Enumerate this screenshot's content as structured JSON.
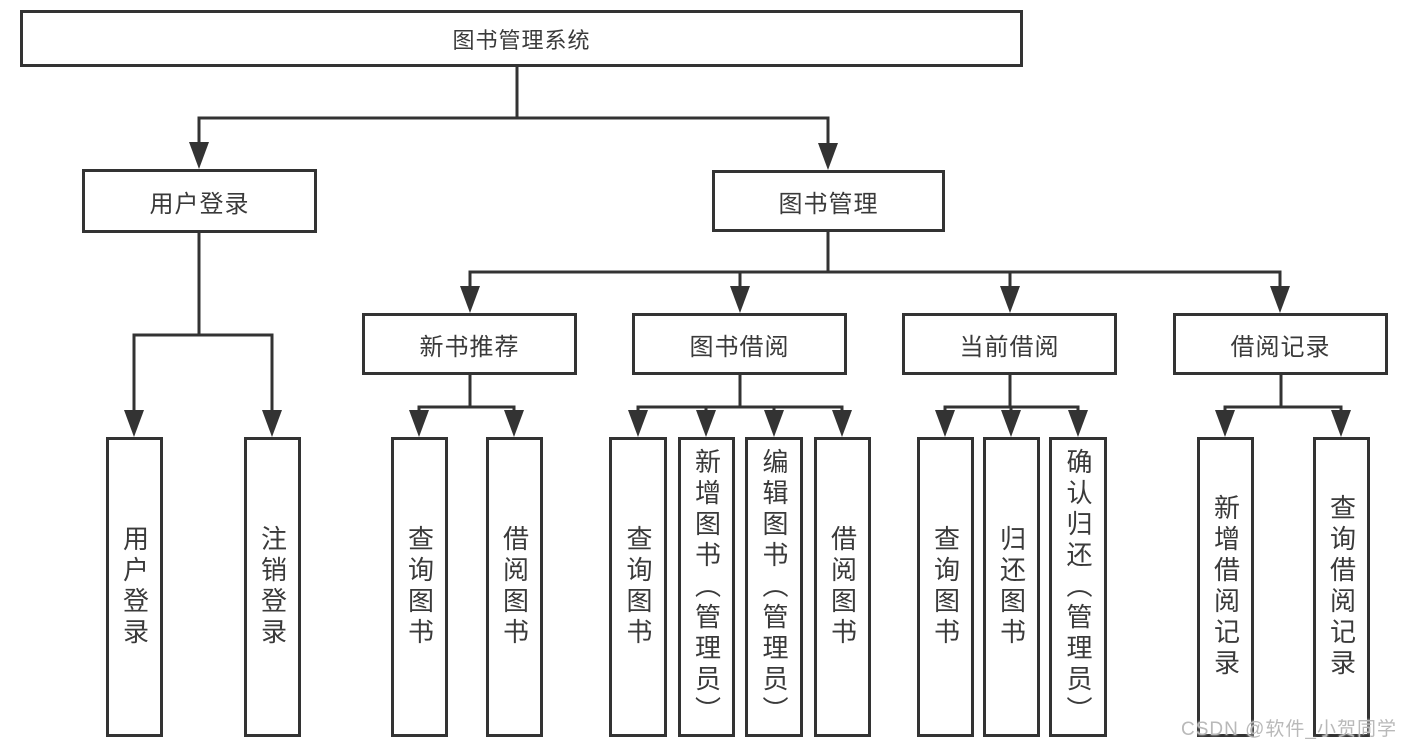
{
  "diagram": {
    "root": "图书管理系统",
    "level2": {
      "userLogin": "用户登录",
      "bookMgmt": "图书管理"
    },
    "level3": {
      "newBookRec": "新书推荐",
      "bookBorrow": "图书借阅",
      "currentBorrow": "当前借阅",
      "borrowHistory": "借阅记录"
    },
    "leaves": {
      "userLogin": "用户登录",
      "logout": "注销登录",
      "nbQuery": "查询图书",
      "nbBorrow": "借阅图书",
      "bbQuery": "查询图书",
      "bbAdd": "新增图书（管理员）",
      "bbEdit": "编辑图书（管理员）",
      "bbBorrow": "借阅图书",
      "cbQuery": "查询图书",
      "cbReturn": "归还图书",
      "cbConfirm": "确认归还（管理员）",
      "brAdd": "新增借阅记录",
      "brQuery": "查询借阅记录"
    }
  },
  "watermark": {
    "text": "CSDN @软件_小贺同学"
  },
  "colors": {
    "line": "#333333",
    "box_border": "#333333",
    "box_fill": "#ffffff",
    "text": "#3a3a3a",
    "watermark": "#b9b9b9",
    "background": "#ffffff"
  }
}
